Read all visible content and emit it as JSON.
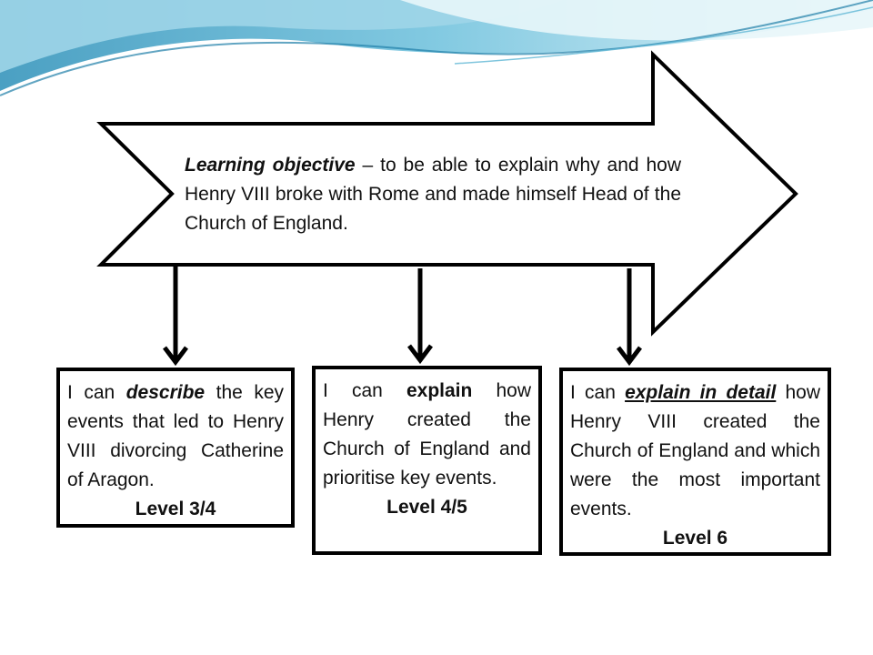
{
  "colors": {
    "swoosh_light": "#bfe3ee",
    "swoosh_mid": "#5fb6d4",
    "swoosh_dark": "#1f7fa8",
    "outline": "#000000",
    "background": "#ffffff"
  },
  "objective": {
    "lead": "Learning objective",
    "rest": " – to be able to explain why and how Henry VIII broke with Rome and made himself Head of the Church of England."
  },
  "levels": [
    {
      "pre": "I can ",
      "keyword": "describe",
      "post": " the key events that led to Henry VIII divorcing Catherine of Aragon.",
      "label": "Level 3/4"
    },
    {
      "pre": "I can ",
      "keyword": "explain",
      "post": " how Henry created the Church of England and prioritise key events.",
      "label": "Level 4/5"
    },
    {
      "pre": "I can ",
      "keyword": "explain in detail",
      "post": " how Henry VIII created the Church of England and which were the most important events.",
      "label": "Level 6"
    }
  ]
}
